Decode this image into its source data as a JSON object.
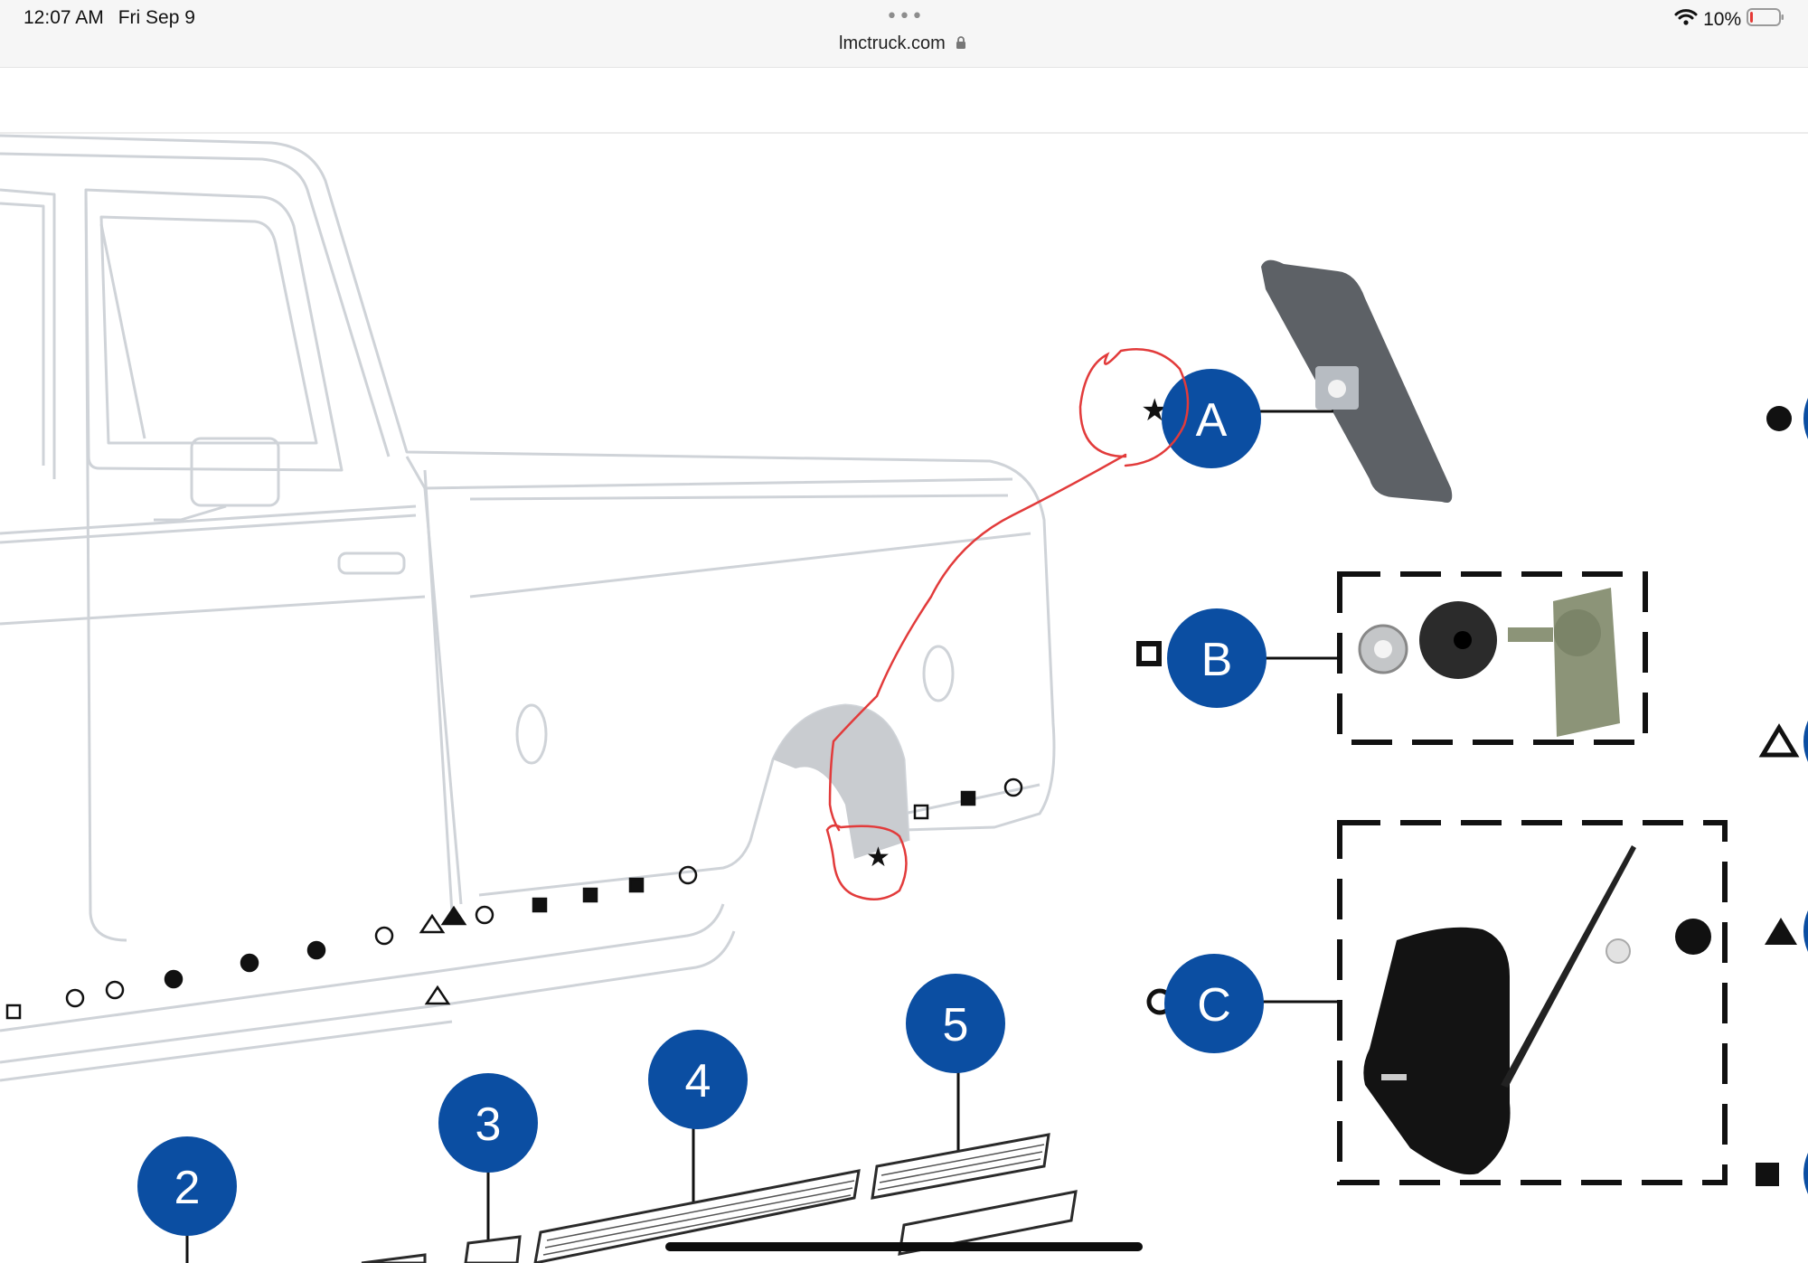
{
  "status_bar": {
    "time": "12:07 AM",
    "date": "Fri Sep 9",
    "url": "lmctruck.com",
    "battery": "10%",
    "battery_level": 0.1
  },
  "diagram": {
    "callouts": [
      {
        "label": "A",
        "part": "fender bracket plate",
        "marker": "star"
      },
      {
        "label": "B",
        "part": "nut, rubber spacer and clip",
        "marker": "open-square"
      },
      {
        "label": "C",
        "part": "black molding clip and fastener",
        "marker": "open-circle"
      },
      {
        "label": "2",
        "part": "molding"
      },
      {
        "label": "3",
        "part": "molding"
      },
      {
        "label": "4",
        "part": "molding"
      },
      {
        "label": "5",
        "part": "molding"
      }
    ],
    "colors": {
      "callout_blue": "#0b4ea2",
      "annotation_red": "#e23b3b",
      "truck_line": "#cfd3d8",
      "wheel_well": "#c9ccd0"
    }
  }
}
